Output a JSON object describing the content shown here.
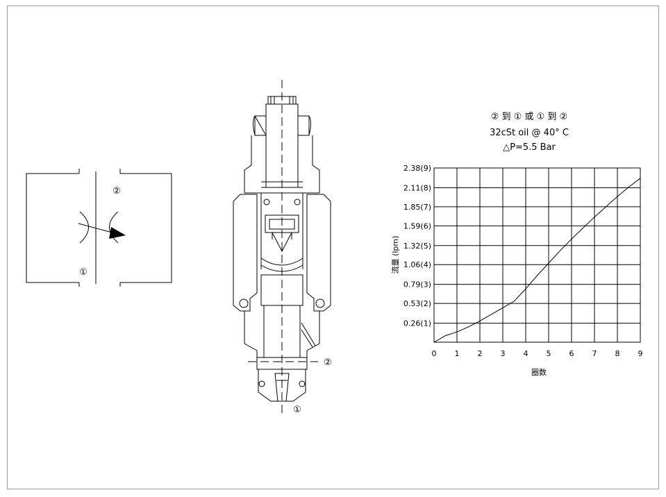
{
  "symbol": {
    "port_1": "①",
    "port_2": "②"
  },
  "cutaway": {
    "port_1": "①",
    "port_2": "②"
  },
  "chart_data": {
    "type": "line",
    "title_lines": [
      "② 到 ① 或 ① 到 ②",
      "32cSt oil @ 40°  C",
      "△P=5.5 Bar"
    ],
    "xlabel": "圈数",
    "ylabel": "流量 (lpm)",
    "xlim": [
      0,
      9
    ],
    "ylim": [
      0,
      2.38
    ],
    "x_ticks": [
      "0",
      "1",
      "2",
      "3",
      "4",
      "5",
      "6",
      "7",
      "8",
      "9"
    ],
    "y_ticks": [
      {
        "value": 0.26,
        "label": "0.26(1)"
      },
      {
        "value": 0.53,
        "label": "0.53(2)"
      },
      {
        "value": 0.79,
        "label": "0.79(3)"
      },
      {
        "value": 1.06,
        "label": "1.06(4)"
      },
      {
        "value": 1.32,
        "label": "1.32(5)"
      },
      {
        "value": 1.59,
        "label": "1.59(6)"
      },
      {
        "value": 1.85,
        "label": "1.85(7)"
      },
      {
        "value": 2.11,
        "label": "2.11(8)"
      },
      {
        "value": 2.38,
        "label": "2.38(9)"
      }
    ],
    "grid": true,
    "series": [
      {
        "x": [
          0,
          0.5,
          1,
          1.5,
          2,
          2.5,
          3,
          3.5,
          4,
          4.5,
          5,
          5.5,
          6,
          6.5,
          7,
          7.5,
          8,
          8.5,
          9
        ],
        "y": [
          0,
          0.09,
          0.14,
          0.21,
          0.29,
          0.38,
          0.47,
          0.56,
          0.73,
          0.91,
          1.08,
          1.25,
          1.41,
          1.56,
          1.71,
          1.85,
          1.99,
          2.12,
          2.24
        ]
      }
    ]
  }
}
